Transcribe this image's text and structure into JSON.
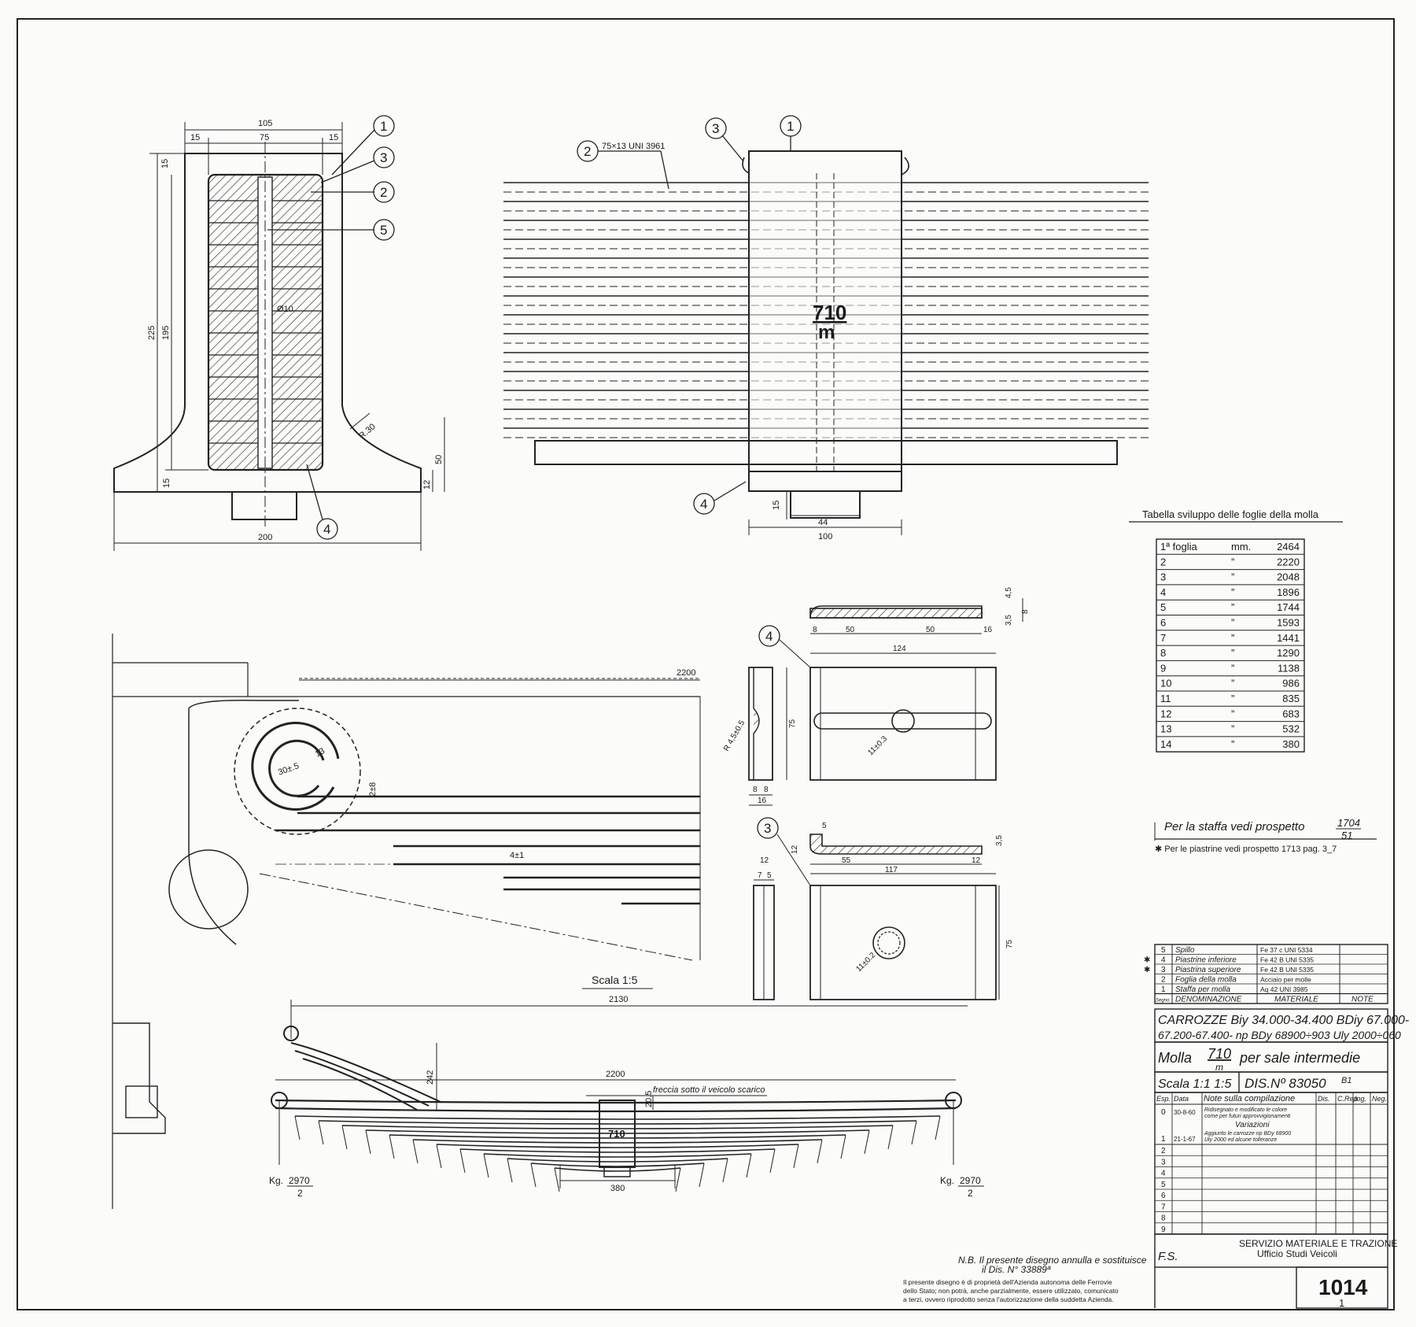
{
  "sheet": {
    "scale_label": "Scala 1:5",
    "staffa_note": "Per la staffa vedi prospetto",
    "staffa_ref_num": "1704",
    "staffa_ref_den": "51",
    "piastrine_note": "✱ Per le piastrine vedi prospetto 1713 pag. 3_7",
    "nb_note_1": "N.B. Il presente disegno annulla e sostituisce",
    "nb_note_2": "il Dis. N° 33889ª",
    "property_note": [
      "Il presente disegno è di proprietà dell'Azienda autonoma delle Ferrovie",
      "dello Stato; non potrà, anche parzialmente, essere utilizzato, comunicato",
      "a terzi, ovvero riprodotto senza l'autorizzazione della suddetta Azienda."
    ],
    "arrow_note": "freccia sotto il veicolo scarico",
    "load_left": "Kg.",
    "load_num": "2970",
    "load_den": "2"
  },
  "callouts": [
    "1",
    "2",
    "3",
    "4",
    "5"
  ],
  "dimensions": {
    "top_left": [
      "105",
      "15",
      "75",
      "15",
      "15",
      "225",
      "195",
      "R.30",
      "50",
      "12",
      "15",
      "200",
      "Ø10"
    ],
    "top_right": [
      "75×13 UNI 3961",
      "15",
      "44",
      "100"
    ],
    "mid_left": [
      "2200",
      "30±.5",
      "13",
      "2±8",
      "4±1"
    ],
    "plate4": [
      "4,5",
      "3,5",
      "8",
      "8",
      "50",
      "50",
      "16",
      "124",
      "75",
      "R 4,5±0.5",
      "8",
      "8",
      "16",
      "11±0.3"
    ],
    "plate3": [
      "5",
      "3,5",
      "12",
      "55",
      "117",
      "12",
      "12",
      "7",
      "5",
      "75",
      "11±0.2"
    ],
    "bottom": [
      "2130",
      "242",
      "2200",
      "20.5",
      "380"
    ]
  },
  "spring_mark": {
    "top": "710",
    "bottom": "m"
  },
  "leaf_table": {
    "title": "Tabella sviluppo delle foglie della molla",
    "rows": [
      [
        "1ª foglia",
        "mm.",
        "2464"
      ],
      [
        "2",
        "”",
        "2220"
      ],
      [
        "3",
        "”",
        "2048"
      ],
      [
        "4",
        "”",
        "1896"
      ],
      [
        "5",
        "”",
        "1744"
      ],
      [
        "6",
        "”",
        "1593"
      ],
      [
        "7",
        "”",
        "1441"
      ],
      [
        "8",
        "”",
        "1290"
      ],
      [
        "9",
        "”",
        "1138"
      ],
      [
        "10",
        "”",
        "986"
      ],
      [
        "11",
        "”",
        "835"
      ],
      [
        "12",
        "”",
        "683"
      ],
      [
        "13",
        "”",
        "532"
      ],
      [
        "14",
        "”",
        "380"
      ]
    ]
  },
  "parts": {
    "rows": [
      [
        "5",
        "Spillo",
        "Fe 37 c UNI 5334",
        ""
      ],
      [
        "4",
        "Piastrine inferiore",
        "Fe 42 B UNI 5335",
        "✱"
      ],
      [
        "3",
        "Piastrina superiore",
        "Fe 42 B UNI 5335",
        "✱"
      ],
      [
        "2",
        "Foglia della molla",
        "Acciaio per molle",
        ""
      ],
      [
        "1",
        "Staffa per molla",
        "Aq 42 UNI 3985",
        ""
      ]
    ],
    "header": [
      "Segno",
      "DENOMINAZIONE",
      "MATERIALE",
      "NOTE"
    ]
  },
  "title_block": {
    "carrozze_1": "CARROZZE Biy 34.000-34.400 BDiy 67.000-",
    "carrozze_2": "67.200-67.400- np BDy 68900÷903 Uly 2000÷060",
    "molla_pre": "Molla",
    "molla_num": "710",
    "molla_m": "m",
    "molla_post": "per sale intermedie",
    "scala": "Scala 1:1 1:5",
    "dis": "DIS.Nº 83050",
    "dis_suffix": "B1",
    "rev_header": [
      "Esp.",
      "Data",
      "Note sulla compilazione",
      "Dis.",
      "C.Rep.",
      "Ing.",
      "Neg."
    ],
    "rev_rows": [
      [
        "0",
        "30-8-60",
        "Ridisegnato e modificato le colore",
        "come per futuri approvvigionamenti"
      ],
      [
        "1",
        "21-1-67",
        "Aggiunto le carrozze np BDy 68900",
        "Uly 2000 ed alcune tolleranze"
      ]
    ],
    "variazioni": "Variazioni",
    "rev_numbers": [
      "2",
      "3",
      "4",
      "5",
      "6",
      "7",
      "8",
      "9"
    ],
    "fs": "F.S.",
    "servizio_1": "SERVIZIO MATERIALE E TRAZIONE",
    "servizio_2": "Ufficio Studi Veicoli",
    "drawing_number": "1014",
    "sheet_number": "1"
  }
}
